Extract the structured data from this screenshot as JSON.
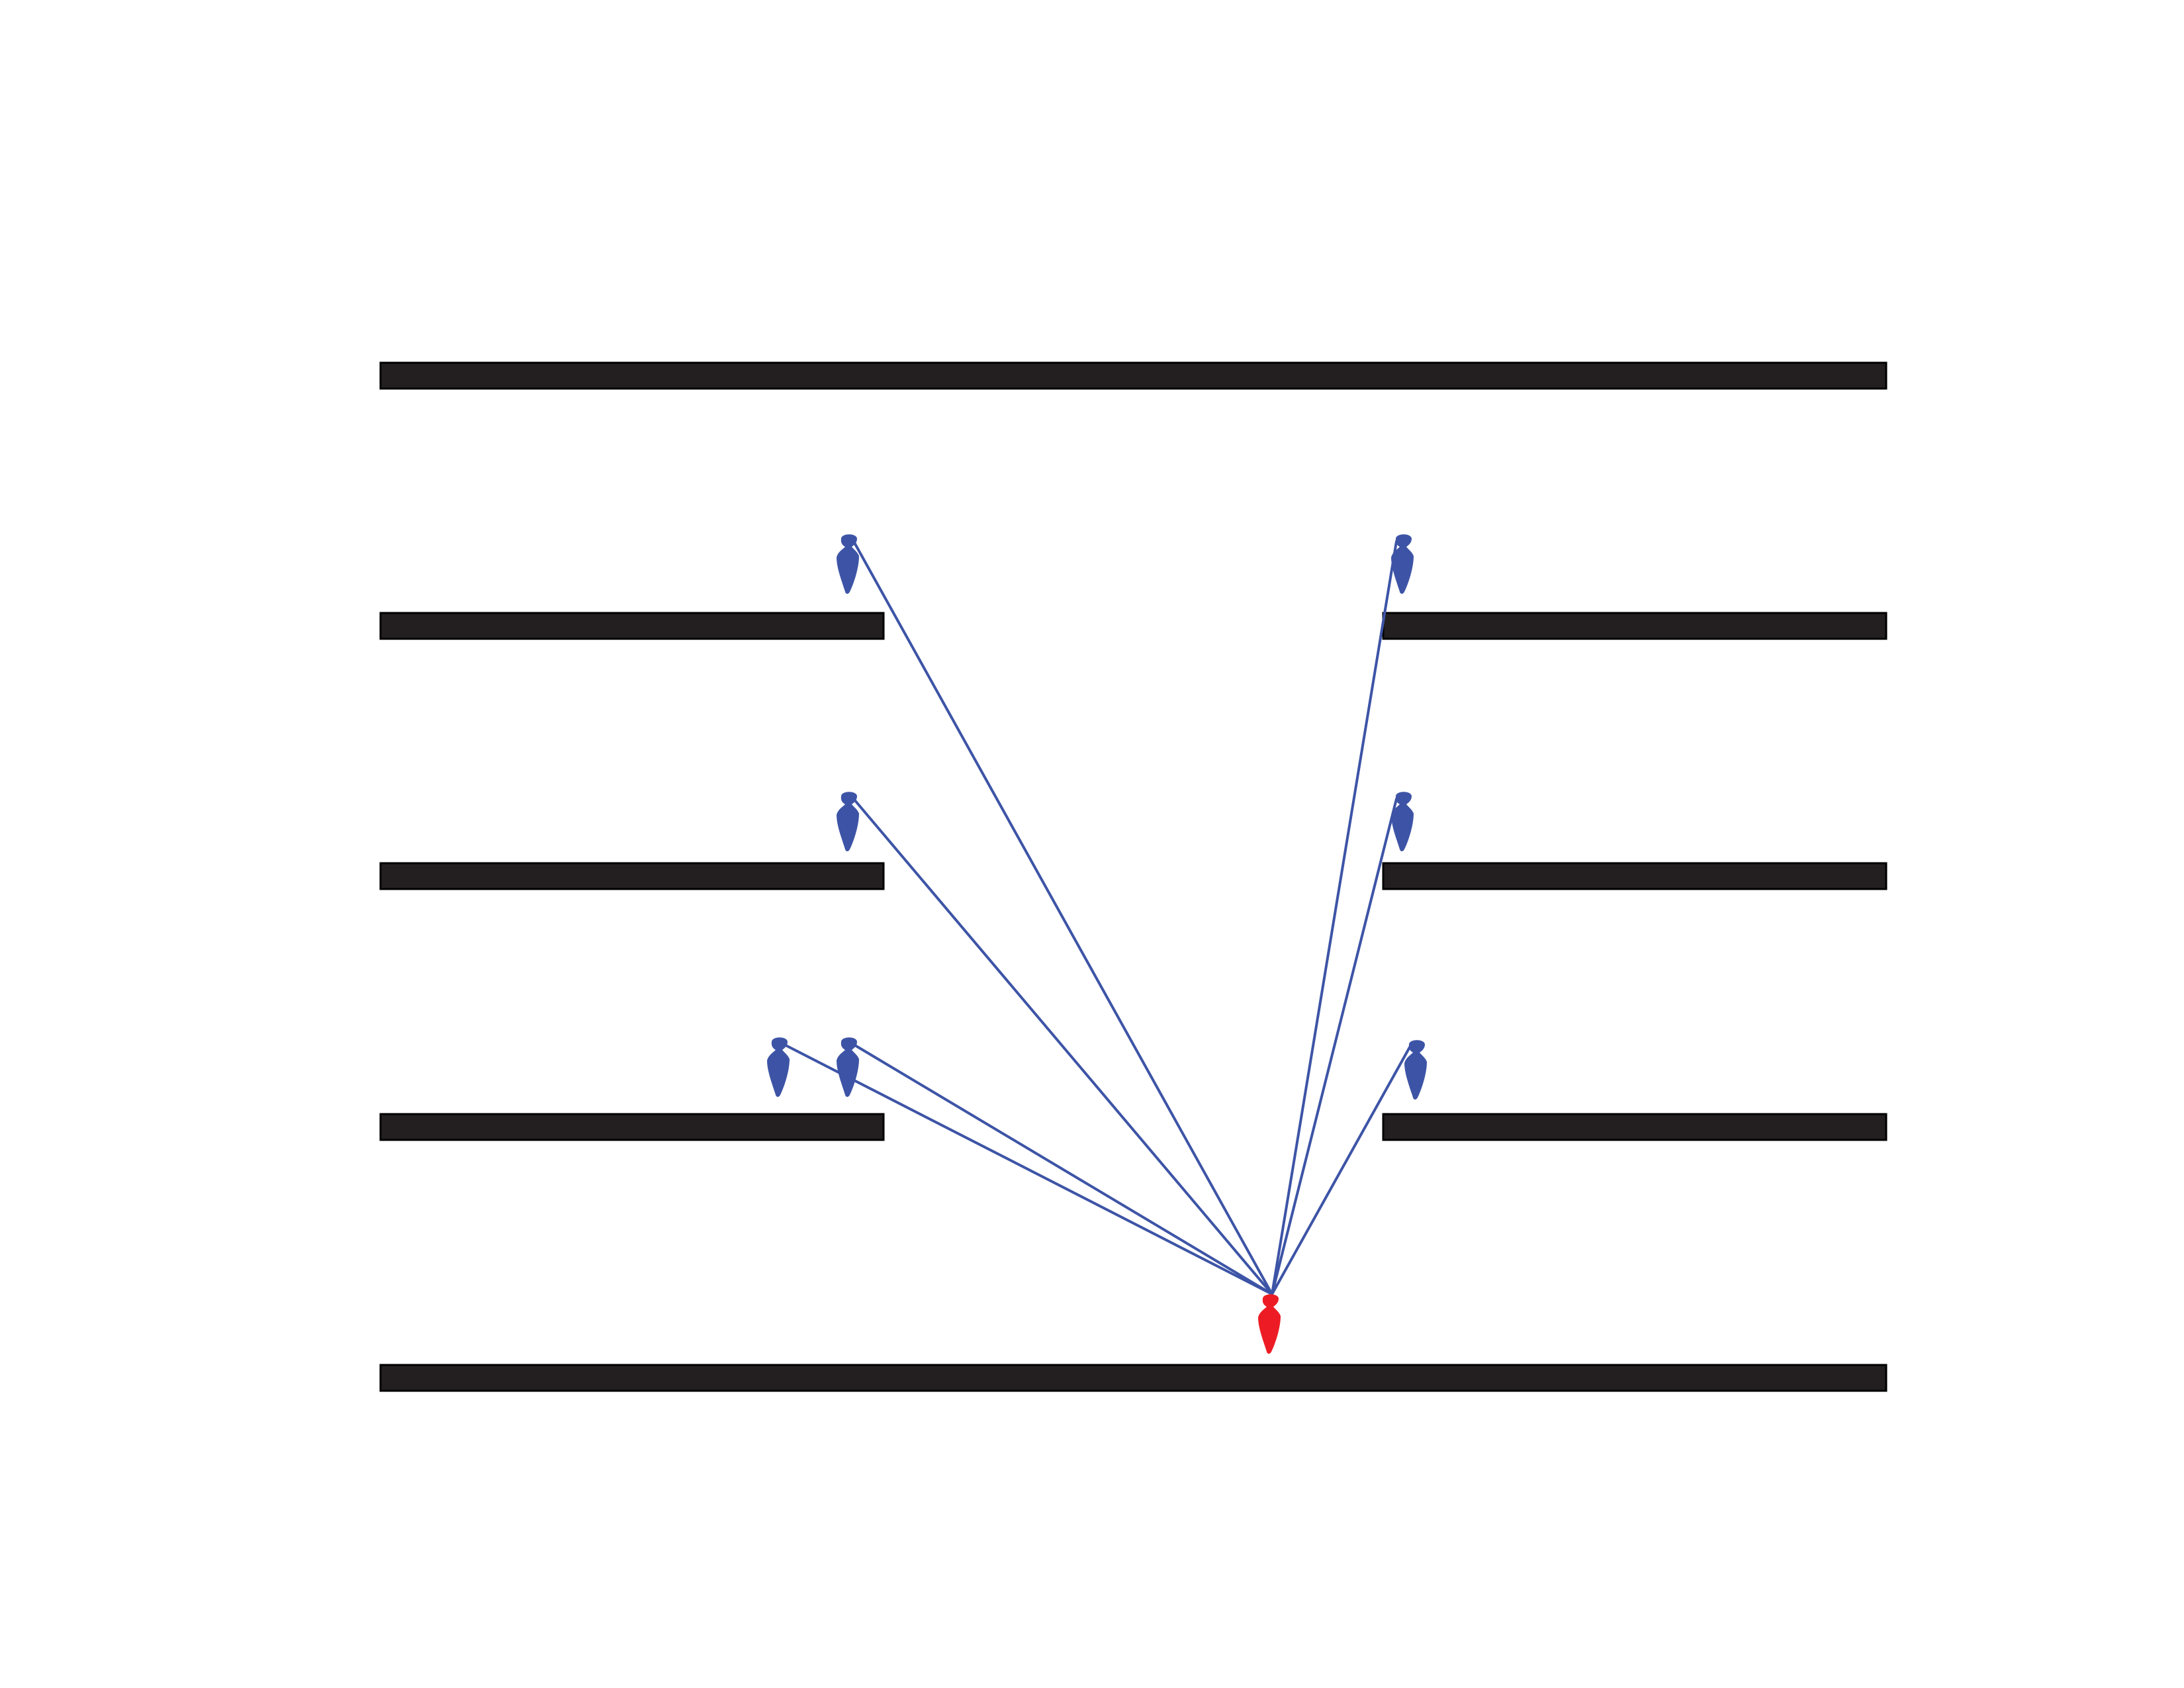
{
  "colors": {
    "background": "#ffffff",
    "wall": "#231f20",
    "wall_outline": "#000000",
    "observer": "#3d54a6",
    "target": "#ed1c24",
    "sightline": "#3d54a6"
  },
  "walls": [
    {
      "name": "wall-top-full",
      "kind": "full"
    },
    {
      "name": "wall-row2-left",
      "kind": "left-segment"
    },
    {
      "name": "wall-row2-right",
      "kind": "right-segment"
    },
    {
      "name": "wall-row3-left",
      "kind": "left-segment"
    },
    {
      "name": "wall-row3-right",
      "kind": "right-segment"
    },
    {
      "name": "wall-row4-left",
      "kind": "left-segment"
    },
    {
      "name": "wall-row4-right",
      "kind": "right-segment"
    },
    {
      "name": "wall-bottom-full",
      "kind": "full"
    }
  ],
  "figures": {
    "target": {
      "name": "target-person-icon",
      "icon": "person-icon",
      "color": "red"
    },
    "observers": [
      {
        "name": "observer-upper-left-icon",
        "icon": "person-icon",
        "color": "blue"
      },
      {
        "name": "observer-upper-right-icon",
        "icon": "person-icon",
        "color": "blue"
      },
      {
        "name": "observer-middle-left-icon",
        "icon": "person-icon",
        "color": "blue"
      },
      {
        "name": "observer-middle-right-icon",
        "icon": "person-icon",
        "color": "blue"
      },
      {
        "name": "observer-lower-far-left-icon",
        "icon": "person-icon",
        "color": "blue"
      },
      {
        "name": "observer-lower-left-icon",
        "icon": "person-icon",
        "color": "blue"
      },
      {
        "name": "observer-lower-right-icon",
        "icon": "person-icon",
        "color": "blue"
      }
    ]
  },
  "sightlines": {
    "count": 7,
    "from": "target-person-icon",
    "to": "observers"
  }
}
